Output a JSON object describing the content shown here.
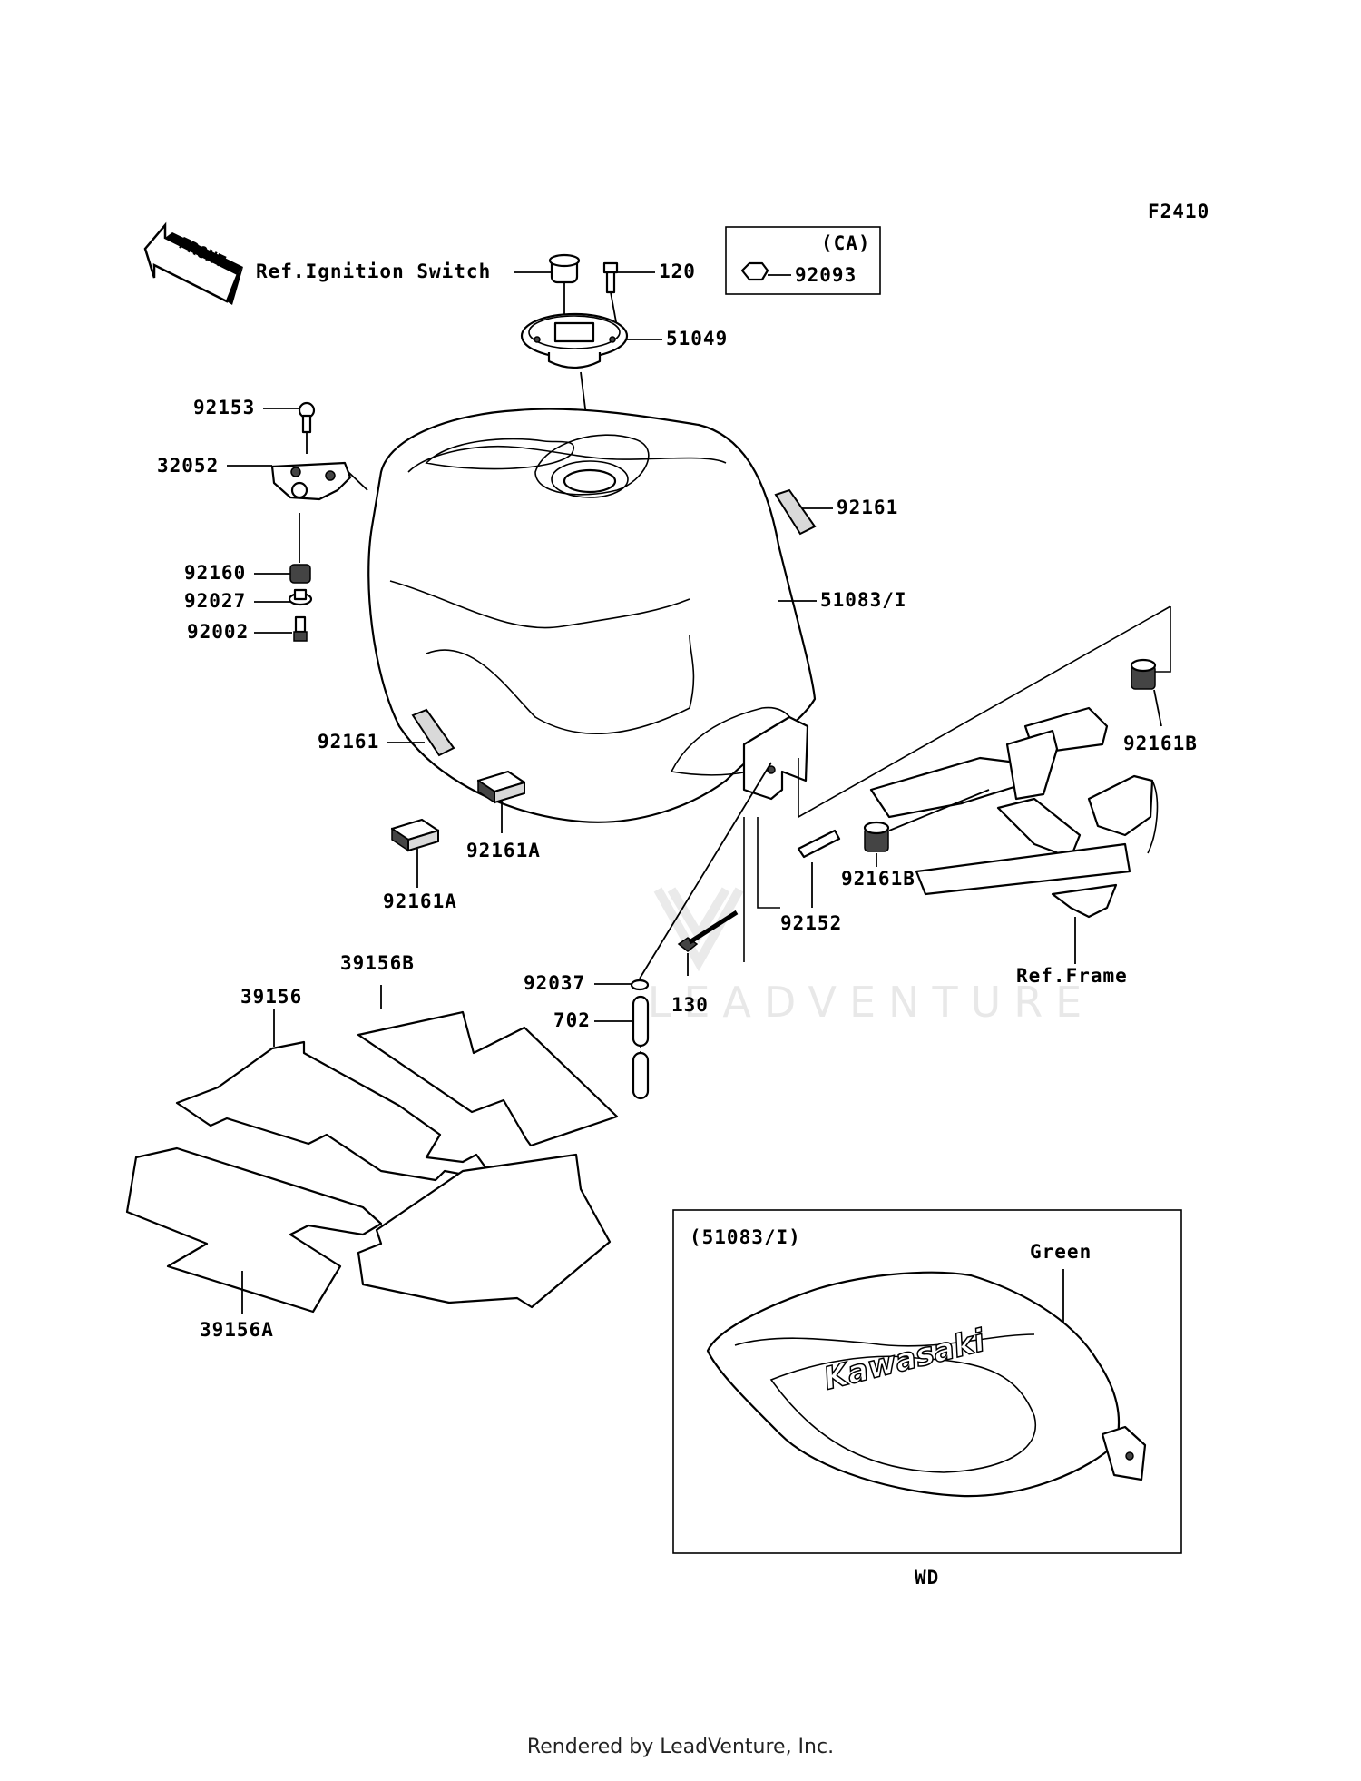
{
  "figure_code": "F2410",
  "front_arrow_label": "FRONT",
  "ca_box": {
    "title": "(CA)",
    "part": "92093"
  },
  "wd_box": {
    "title": "(51083/I)",
    "color_label": "Green",
    "brand_text": "Kawasaki",
    "caption": "WD"
  },
  "watermark": "LEADVENTURE",
  "callouts": [
    "Ref.Ignition Switch",
    "120",
    "51049",
    "92153",
    "32052",
    "92161",
    "92160",
    "92027",
    "92002",
    "51083/I",
    "92161B",
    "92161",
    "92161A",
    "92161A",
    "92161B",
    "92152",
    "Ref.Frame",
    "92037",
    "130",
    "702",
    "39156B",
    "39156",
    "39156A"
  ],
  "footer": "Rendered by LeadVenture, Inc."
}
